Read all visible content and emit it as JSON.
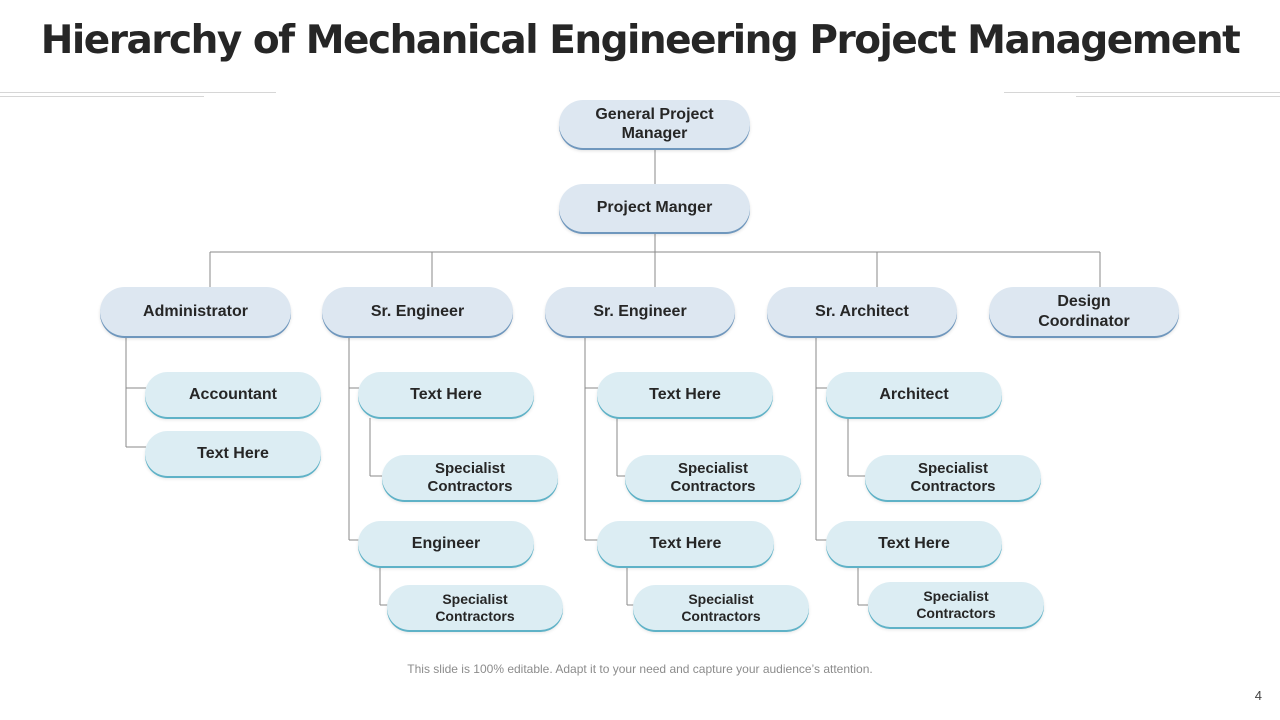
{
  "title": "Hierarchy of Mechanical Engineering Project Management",
  "top": {
    "general_project_manager": "General Project Manager",
    "project_manager": "Project Manger"
  },
  "heads": [
    "Administrator",
    "Sr. Engineer",
    "Sr. Engineer",
    "Sr. Architect",
    "Design Coordinator"
  ],
  "administrator_team": [
    "Accountant",
    "Text Here"
  ],
  "sr_engineer_1_team": {
    "role_1": "Text Here",
    "role_1_sub": "Specialist Contractors",
    "role_2": "Engineer",
    "role_2_sub": "Specialist Contractors"
  },
  "sr_engineer_2_team": {
    "role_1": "Text Here",
    "role_1_sub": "Specialist Contractors",
    "role_2": "Text Here",
    "role_2_sub": "Specialist Contractors"
  },
  "sr_architect_team": {
    "role_1": "Architect",
    "role_1_sub": "Specialist Contractors",
    "role_2": "Text Here",
    "role_2_sub": "Specialist Contractors"
  },
  "footer_note": "This slide is 100% editable. Adapt it to your need and capture your audience’s attention.",
  "page_number": "4",
  "colors": {
    "level1_fill": "#dde7f1",
    "level1_edge": "#6f97bd",
    "level2_fill": "#dcedf3",
    "level2_edge": "#5fb2c7",
    "connector": "#8a8a8a"
  }
}
